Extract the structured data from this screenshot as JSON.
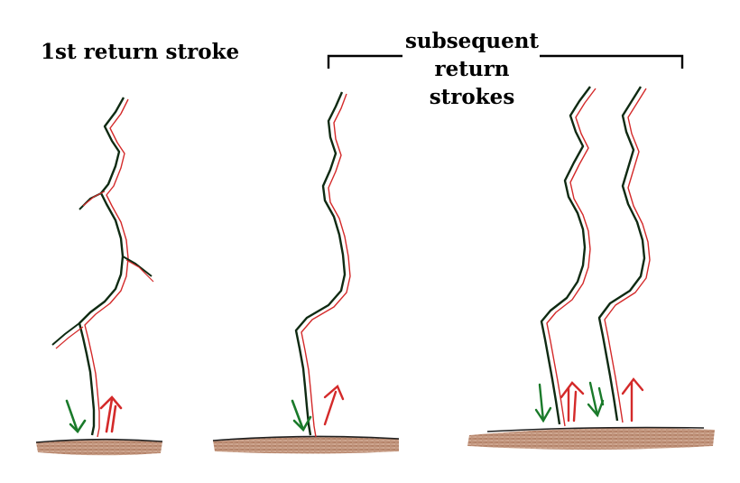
{
  "labels": {
    "first_return_stroke": "1st return stroke",
    "subsequent_return_strokes": [
      "subsequent",
      "return",
      "strokes"
    ]
  },
  "colors": {
    "downward_leader": "#1a7a2a",
    "return_stroke": "#d42a2a",
    "channel": "#0f2a12",
    "ground": "#a86a4a",
    "ground_line": "#222222",
    "bracket": "#000000"
  },
  "icons": {
    "down_arrow": "green-down-arrow-icon",
    "up_arrow": "red-up-arrow-icon"
  }
}
